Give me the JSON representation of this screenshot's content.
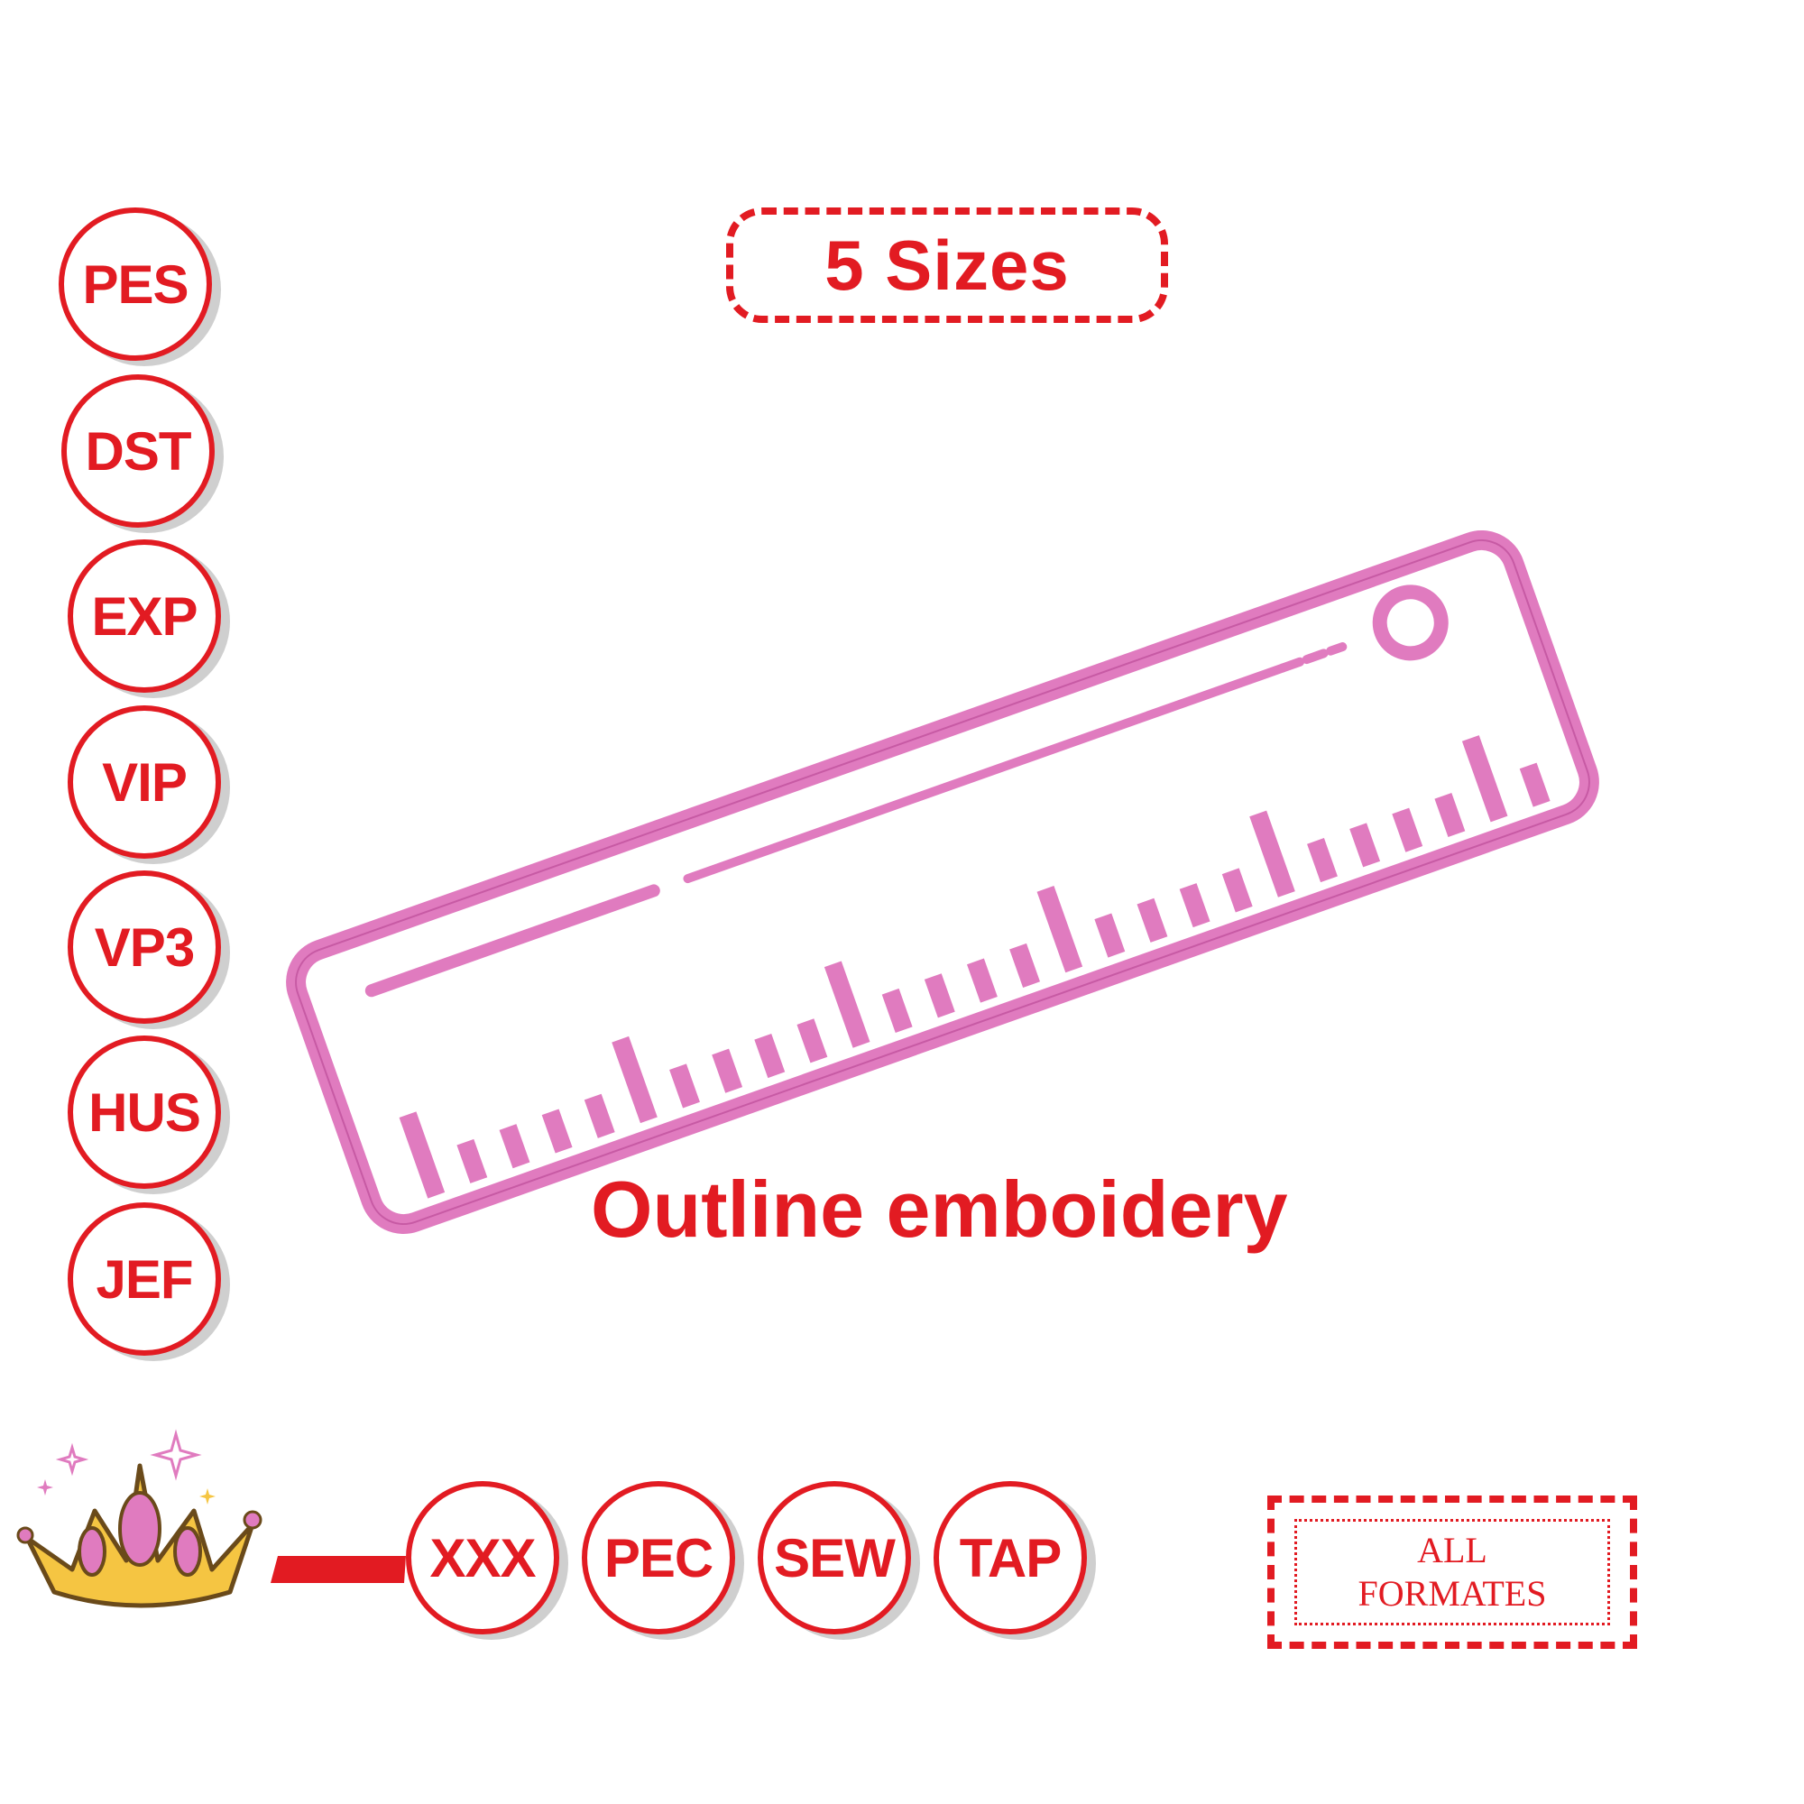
{
  "sizes_label": "5 Sizes",
  "formats_left": [
    "PES",
    "DST",
    "EXP",
    "VIP",
    "VP3",
    "HUS",
    "JEF"
  ],
  "formats_bottom": [
    "XXX",
    "PEC",
    "SEW",
    "TAP"
  ],
  "caption": "Outline emboidery",
  "all_formats": {
    "line1": "ALL",
    "line2": "FORMATES"
  },
  "colors": {
    "accent": "#e21b22",
    "embroidery": "#e07bbf",
    "crown": "#f5c542"
  },
  "icons": [
    "ruler-icon",
    "crown-icon"
  ]
}
